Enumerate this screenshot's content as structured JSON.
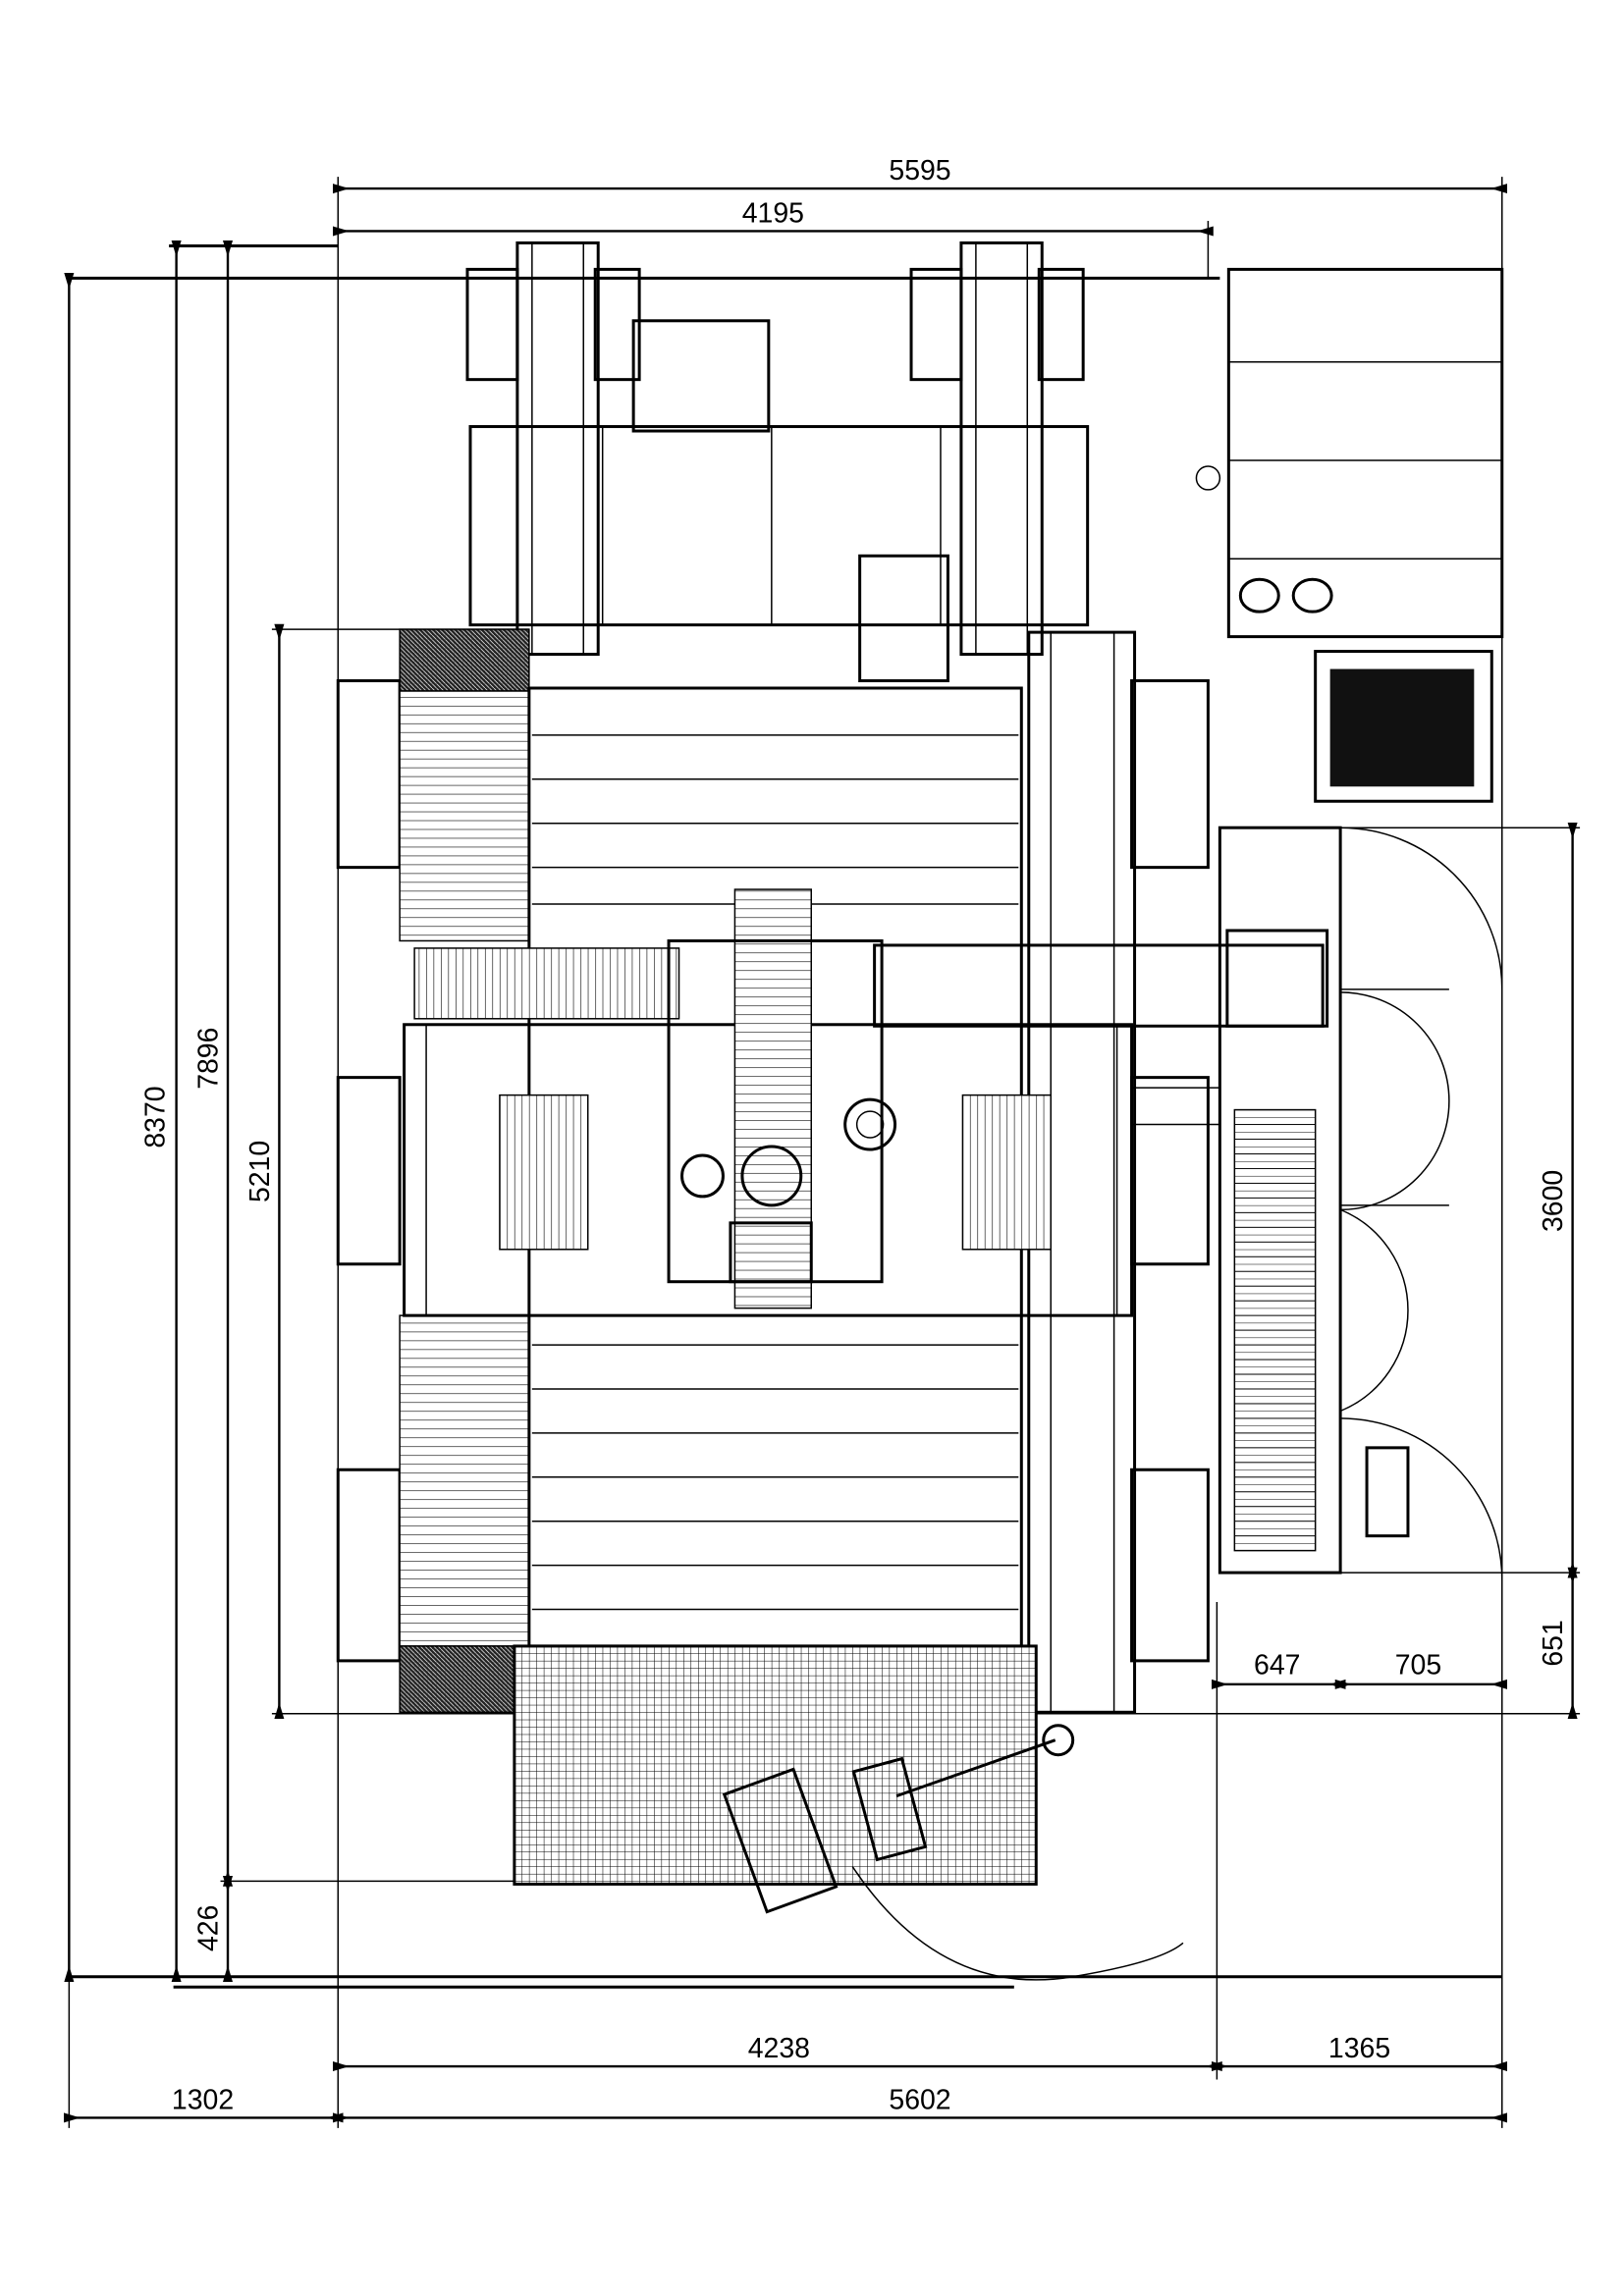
{
  "drawing": {
    "type": "machine-layout-plan-view",
    "line_color": "#000000",
    "background": "#ffffff"
  },
  "dimensions": {
    "top_overall": "5595",
    "top_machine": "4195",
    "left_overall": "8370",
    "left_machine": "7896",
    "left_table": "5210",
    "left_bottom_offset": "426",
    "right_conveyor": "3600",
    "right_bottom": "651",
    "right_conveyor_width": "647",
    "right_clearance": "705",
    "bottom_machine": "4238",
    "bottom_right": "1365",
    "bottom_left": "1302",
    "bottom_overall": "5602"
  }
}
